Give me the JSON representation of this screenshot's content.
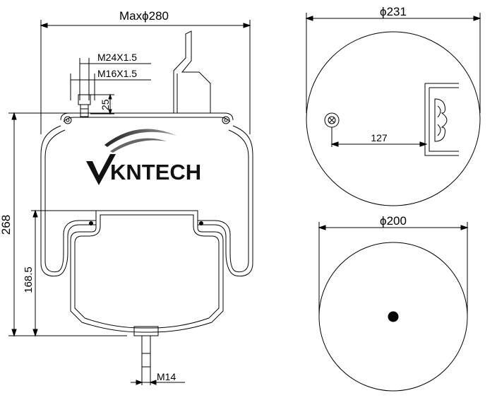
{
  "side_view": {
    "max_diameter": "Maxϕ280",
    "thread_large": "M24X1.5",
    "thread_small": "M16X1.5",
    "stud_height": "25",
    "total_height": "268",
    "piston_height": "168.5",
    "bottom_thread": "M14",
    "brand": "KNTECH"
  },
  "top_view": {
    "diameter": "ϕ231",
    "offset": "127"
  },
  "bottom_view": {
    "diameter": "ϕ200"
  }
}
